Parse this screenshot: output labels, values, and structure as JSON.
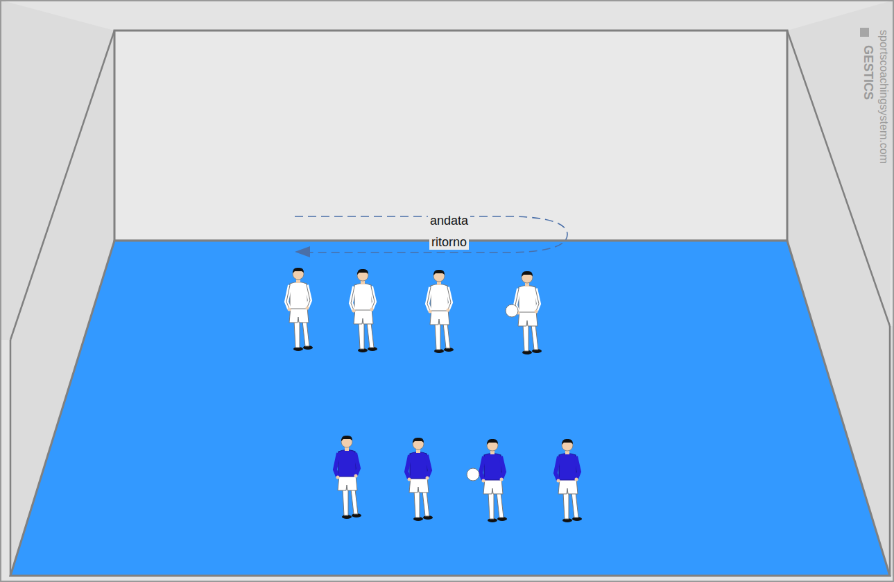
{
  "diagram": {
    "labels": [
      "andata",
      "ritorno",
      "sportscoachingsystem.com",
      "GESTICS"
    ]
  }
}
